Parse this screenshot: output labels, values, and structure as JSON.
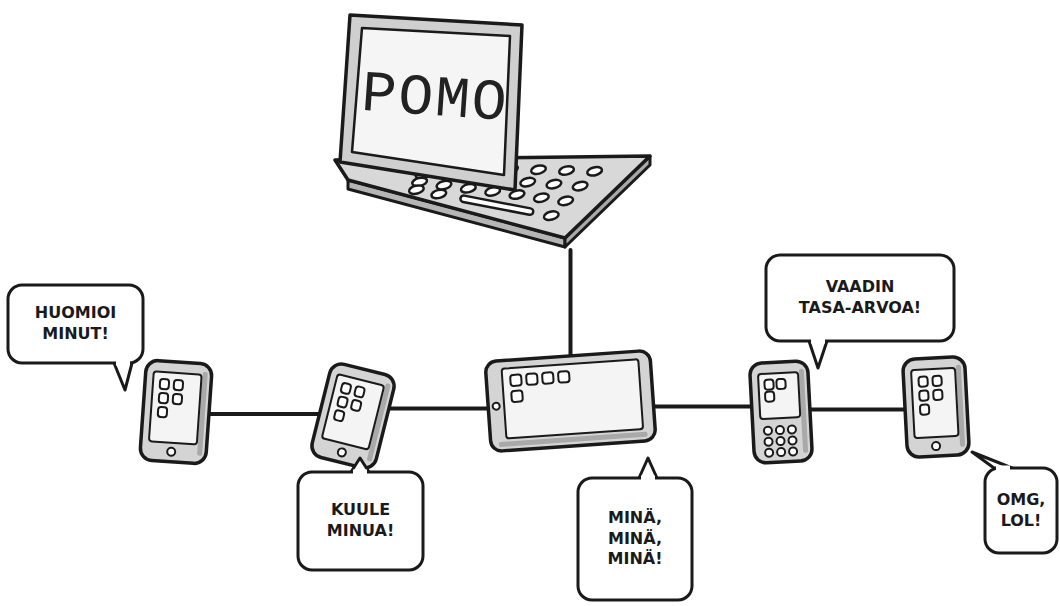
{
  "diagram": {
    "nodes": [
      {
        "text": [
          "POMO"
        ]
      },
      {
        "text": [
          "HUOMIOI MINUT!"
        ]
      },
      {
        "text": [
          "KUULE MINUA!"
        ]
      },
      {
        "text": [
          "MINÄ, MINÄ, MINÄ!"
        ]
      },
      {
        "text": [
          "VAADIN TASA-ARVOA!"
        ]
      },
      {
        "text": [
          "OMG, LOL!"
        ]
      }
    ],
    "edges": [
      {
        "from": 0,
        "to": 3,
        "arrow": "none"
      },
      {
        "from": 1,
        "to": 2,
        "arrow": "none"
      },
      {
        "from": 2,
        "to": 3,
        "arrow": "none"
      },
      {
        "from": 3,
        "to": 4,
        "arrow": "none"
      },
      {
        "from": 4,
        "to": 5,
        "arrow": "none"
      }
    ]
  }
}
